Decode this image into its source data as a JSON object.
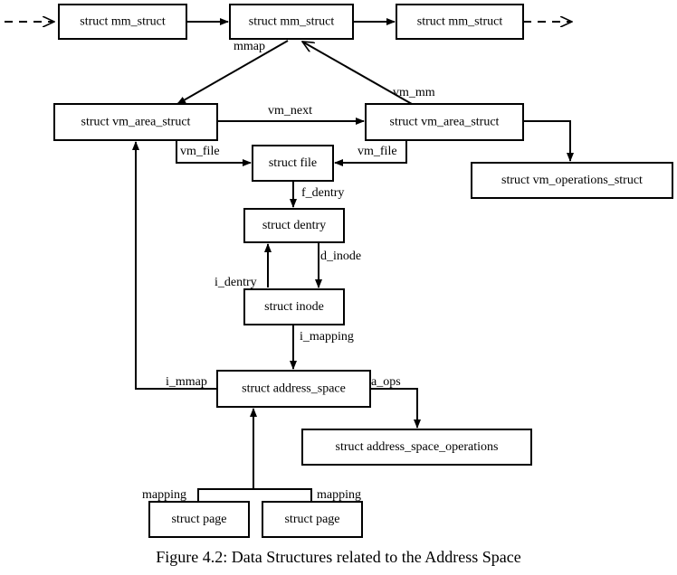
{
  "nodes": {
    "mm1": "struct mm_struct",
    "mm2": "struct mm_struct",
    "mm3": "struct mm_struct",
    "vma1": "struct vm_area_struct",
    "vma2": "struct vm_area_struct",
    "vmops": "struct vm_operations_struct",
    "file": "struct file",
    "dentry": "struct dentry",
    "inode": "struct inode",
    "aspace": "struct address_space",
    "asops": "struct address_space_operations",
    "page1": "struct page",
    "page2": "struct page"
  },
  "edges": {
    "mmap": "mmap",
    "vm_mm": "vm_mm",
    "vm_next": "vm_next",
    "vm_file_1": "vm_file",
    "vm_file_2": "vm_file",
    "f_dentry": "f_dentry",
    "d_inode": "d_inode",
    "i_dentry": "i_dentry",
    "i_mapping": "i_mapping",
    "i_mmap": "i_mmap",
    "a_ops": "a_ops",
    "mapping_1": "mapping",
    "mapping_2": "mapping"
  },
  "caption": "Figure 4.2: Data Structures related to the Address Space"
}
